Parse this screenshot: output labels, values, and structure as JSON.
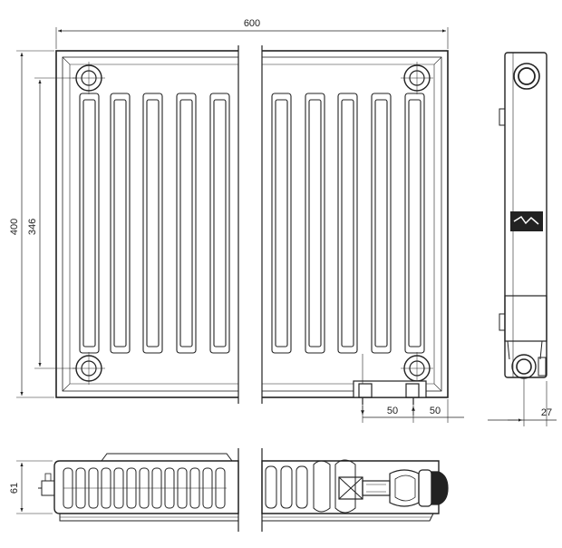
{
  "dimensions": {
    "width_total": "600",
    "height_total": "400",
    "pipe_center_distance": "346",
    "connection_offset_left": "50",
    "connection_offset_right": "50",
    "wall_clearance": "27",
    "depth": "61"
  },
  "colors": {
    "line": "#222222",
    "background": "#ffffff"
  }
}
